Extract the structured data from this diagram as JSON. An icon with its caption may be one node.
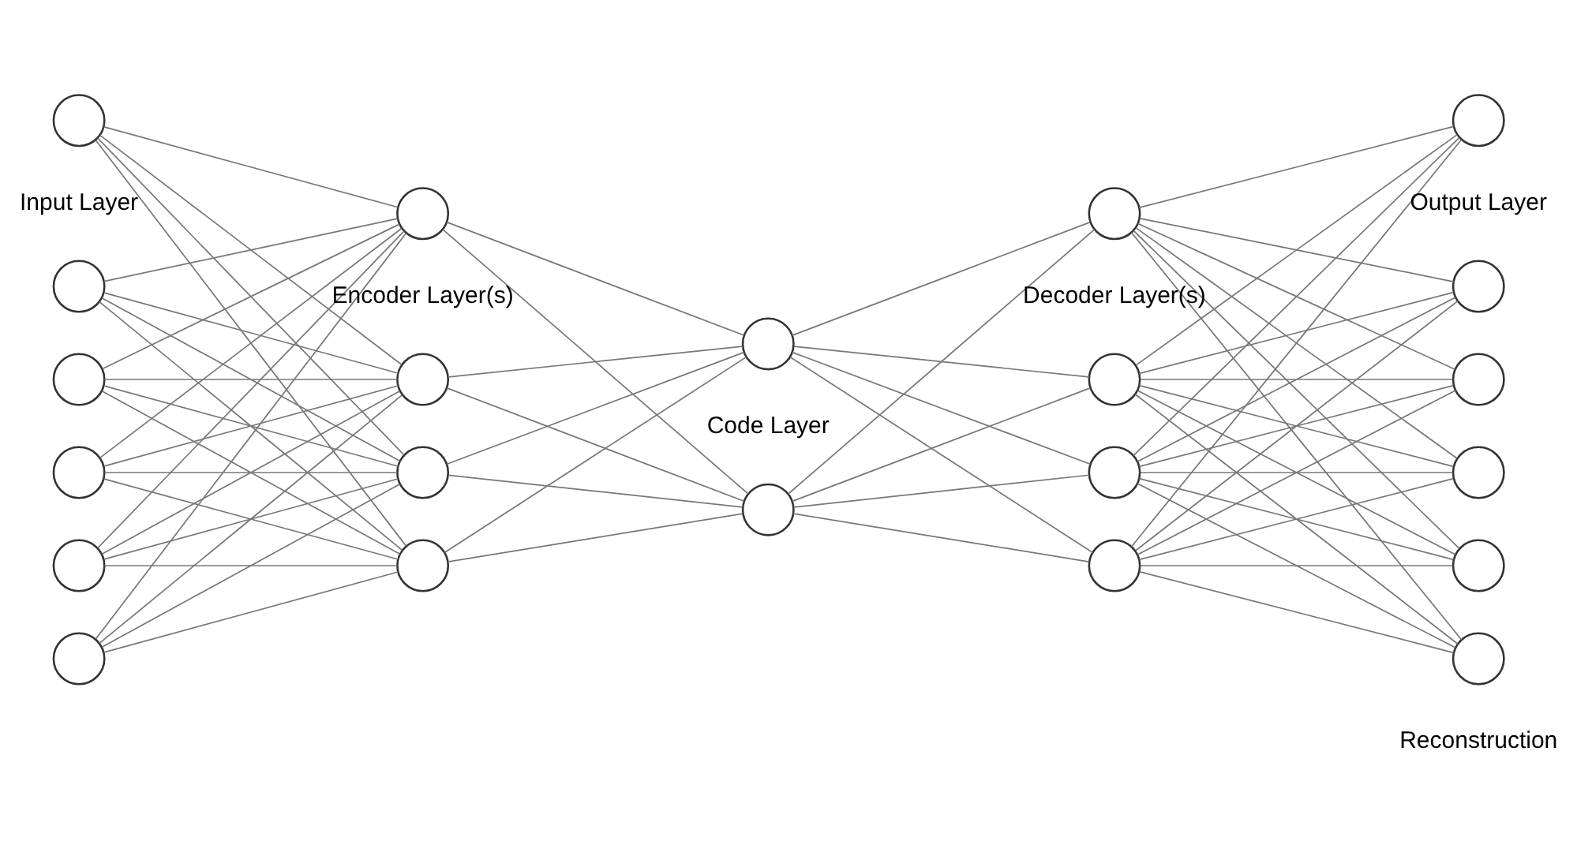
{
  "diagram": {
    "nodes": [
      {
        "text": [],
        "shape": "circle"
      },
      {
        "text": [],
        "shape": "circle"
      },
      {
        "text": [],
        "shape": "circle"
      },
      {
        "text": [],
        "shape": "circle"
      },
      {
        "text": [],
        "shape": "circle"
      },
      {
        "text": [],
        "shape": "circle"
      },
      {
        "text": [],
        "shape": "circle"
      },
      {
        "text": [],
        "shape": "circle"
      },
      {
        "text": [],
        "shape": "circle"
      },
      {
        "text": [],
        "shape": "circle"
      },
      {
        "text": [],
        "shape": "circle"
      },
      {
        "text": [],
        "shape": "circle"
      },
      {
        "text": [],
        "shape": "circle"
      },
      {
        "text": [],
        "shape": "circle"
      },
      {
        "text": [],
        "shape": "circle"
      },
      {
        "text": [],
        "shape": "circle"
      },
      {
        "text": [],
        "shape": "circle"
      },
      {
        "text": [],
        "shape": "circle"
      },
      {
        "text": [],
        "shape": "circle"
      },
      {
        "text": [],
        "shape": "circle"
      },
      {
        "text": [],
        "shape": "circle"
      },
      {
        "text": [],
        "shape": "circle"
      }
    ],
    "edges": [
      {
        "from": 0,
        "to": 6,
        "arrow": "none"
      },
      {
        "from": 0,
        "to": 7,
        "arrow": "none"
      },
      {
        "from": 0,
        "to": 8,
        "arrow": "none"
      },
      {
        "from": 0,
        "to": 9,
        "arrow": "none"
      },
      {
        "from": 1,
        "to": 6,
        "arrow": "none"
      },
      {
        "from": 1,
        "to": 7,
        "arrow": "none"
      },
      {
        "from": 1,
        "to": 8,
        "arrow": "none"
      },
      {
        "from": 1,
        "to": 9,
        "arrow": "none"
      },
      {
        "from": 2,
        "to": 6,
        "arrow": "none"
      },
      {
        "from": 2,
        "to": 7,
        "arrow": "none"
      },
      {
        "from": 2,
        "to": 8,
        "arrow": "none"
      },
      {
        "from": 2,
        "to": 9,
        "arrow": "none"
      },
      {
        "from": 3,
        "to": 6,
        "arrow": "none"
      },
      {
        "from": 3,
        "to": 7,
        "arrow": "none"
      },
      {
        "from": 3,
        "to": 8,
        "arrow": "none"
      },
      {
        "from": 3,
        "to": 9,
        "arrow": "none"
      },
      {
        "from": 4,
        "to": 6,
        "arrow": "none"
      },
      {
        "from": 4,
        "to": 7,
        "arrow": "none"
      },
      {
        "from": 4,
        "to": 8,
        "arrow": "none"
      },
      {
        "from": 4,
        "to": 9,
        "arrow": "none"
      },
      {
        "from": 5,
        "to": 6,
        "arrow": "none"
      },
      {
        "from": 5,
        "to": 7,
        "arrow": "none"
      },
      {
        "from": 5,
        "to": 8,
        "arrow": "none"
      },
      {
        "from": 5,
        "to": 9,
        "arrow": "none"
      },
      {
        "from": 6,
        "to": 10,
        "arrow": "none"
      },
      {
        "from": 6,
        "to": 11,
        "arrow": "none"
      },
      {
        "from": 7,
        "to": 10,
        "arrow": "none"
      },
      {
        "from": 7,
        "to": 11,
        "arrow": "none"
      },
      {
        "from": 8,
        "to": 10,
        "arrow": "none"
      },
      {
        "from": 8,
        "to": 11,
        "arrow": "none"
      },
      {
        "from": 9,
        "to": 10,
        "arrow": "none"
      },
      {
        "from": 9,
        "to": 11,
        "arrow": "none"
      },
      {
        "from": 10,
        "to": 12,
        "arrow": "none"
      },
      {
        "from": 10,
        "to": 13,
        "arrow": "none"
      },
      {
        "from": 10,
        "to": 14,
        "arrow": "none"
      },
      {
        "from": 10,
        "to": 15,
        "arrow": "none"
      },
      {
        "from": 11,
        "to": 12,
        "arrow": "none"
      },
      {
        "from": 11,
        "to": 13,
        "arrow": "none"
      },
      {
        "from": 11,
        "to": 14,
        "arrow": "none"
      },
      {
        "from": 11,
        "to": 15,
        "arrow": "none"
      },
      {
        "from": 12,
        "to": 16,
        "arrow": "none"
      },
      {
        "from": 12,
        "to": 17,
        "arrow": "none"
      },
      {
        "from": 12,
        "to": 18,
        "arrow": "none"
      },
      {
        "from": 12,
        "to": 19,
        "arrow": "none"
      },
      {
        "from": 12,
        "to": 20,
        "arrow": "none"
      },
      {
        "from": 12,
        "to": 21,
        "arrow": "none"
      },
      {
        "from": 13,
        "to": 16,
        "arrow": "none"
      },
      {
        "from": 13,
        "to": 17,
        "arrow": "none"
      },
      {
        "from": 13,
        "to": 18,
        "arrow": "none"
      },
      {
        "from": 13,
        "to": 19,
        "arrow": "none"
      },
      {
        "from": 13,
        "to": 20,
        "arrow": "none"
      },
      {
        "from": 13,
        "to": 21,
        "arrow": "none"
      },
      {
        "from": 14,
        "to": 16,
        "arrow": "none"
      },
      {
        "from": 14,
        "to": 17,
        "arrow": "none"
      },
      {
        "from": 14,
        "to": 18,
        "arrow": "none"
      },
      {
        "from": 14,
        "to": 19,
        "arrow": "none"
      },
      {
        "from": 14,
        "to": 20,
        "arrow": "none"
      },
      {
        "from": 14,
        "to": 21,
        "arrow": "none"
      },
      {
        "from": 15,
        "to": 16,
        "arrow": "none"
      },
      {
        "from": 15,
        "to": 17,
        "arrow": "none"
      },
      {
        "from": 15,
        "to": 18,
        "arrow": "none"
      },
      {
        "from": 15,
        "to": 19,
        "arrow": "none"
      },
      {
        "from": 15,
        "to": 20,
        "arrow": "none"
      },
      {
        "from": 15,
        "to": 21,
        "arrow": "none"
      }
    ],
    "labels": [
      "Input Layer",
      "Encoder Layer(s)",
      "Code Layer",
      "Decoder Layer(s)",
      "Output Layer",
      "Reconstruction"
    ]
  }
}
